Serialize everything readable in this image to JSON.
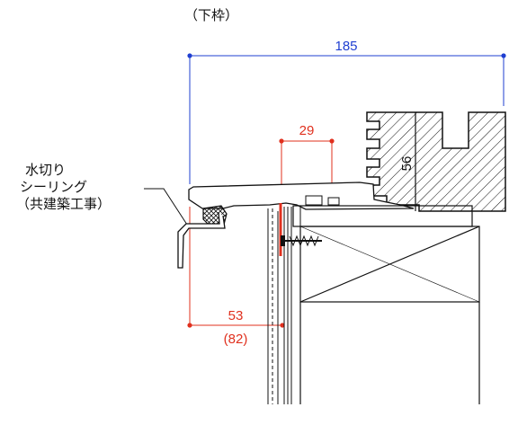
{
  "diagram": {
    "title": "（下枠）",
    "callout": {
      "line1": "水切り",
      "line2": "シーリング",
      "line3": "（共建築工事）"
    },
    "dimensions": {
      "overall_width": "185",
      "inner_width": "29",
      "frame_depth": "56",
      "offset": "53",
      "offset_alt": "(82)"
    }
  },
  "colors": {
    "dimension_blue": "#1f3fd1",
    "dimension_red": "#e0301e",
    "linework": "#111111",
    "sealant_fill": "#5a5a5a"
  }
}
